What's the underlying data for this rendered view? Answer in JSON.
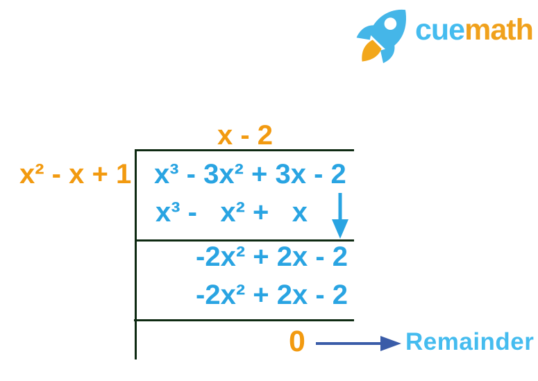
{
  "logo": {
    "brand_prefix": "cue",
    "brand_suffix": "math",
    "rocket_icon": "rocket-icon",
    "colors": {
      "prefix_blue": "#45BCEF",
      "suffix_orange": "#F0A11C",
      "rocket_body": "#45B6E8",
      "rocket_flame": "#F2A71B"
    }
  },
  "division": {
    "quotient": "x - 2",
    "divisor": "x² - x + 1",
    "dividend": "x³ - 3x² + 3x - 2",
    "step1_subtrahend": "x³ -   x² +   x",
    "step1_result": "-2x² + 2x - 2",
    "step2_subtrahend": "-2x² + 2x - 2",
    "remainder_value": "0",
    "remainder_label": "Remainder"
  },
  "icons": {
    "down_arrow": "down-arrow-icon",
    "remainder_arrow": "remainder-arrow-icon"
  },
  "colors": {
    "math_orange": "#F29A10",
    "math_blue": "#29A4E2",
    "remainder_light_blue": "#45BCEF",
    "remainder_arrow_indigo": "#3A5CA8",
    "division_line_green": "#0E2A12",
    "background": "#FFFFFF"
  }
}
